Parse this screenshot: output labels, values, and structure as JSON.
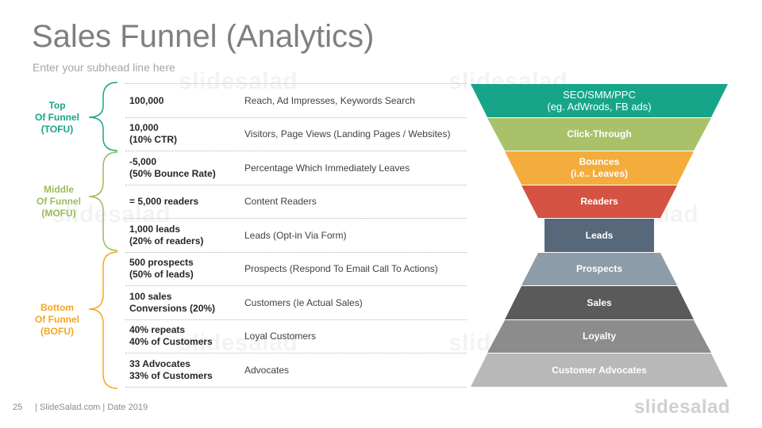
{
  "title": "Sales Funnel (Analytics)",
  "subtitle": "Enter your subhead line here",
  "watermark": "slidesalad",
  "stages": [
    {
      "label": "Top\nOf Funnel\n(TOFU)",
      "color": "#17a589"
    },
    {
      "label": "Middle\nOf Funnel\n(MOFU)",
      "color": "#9bbb59"
    },
    {
      "label": "Bottom\nOf Funnel\n(BOFU)",
      "color": "#f5a623"
    }
  ],
  "rows": [
    {
      "metric": "100,000",
      "desc": "Reach, Ad Impresses, Keywords Search",
      "funnel": "SEO/SMM/PPC\n(eg. AdWrods, FB ads)",
      "color": "#17a589"
    },
    {
      "metric": "10,000\n(10% CTR)",
      "desc": "Visitors, Page Views (Landing Pages / Websites)",
      "funnel": "Click-Through",
      "color": "#a9c26a"
    },
    {
      "metric": "-5,000\n(50% Bounce Rate)",
      "desc": "Percentage Which Immediately Leaves",
      "funnel": "Bounces\n(i.e.. Leaves)",
      "color": "#f4ac3c"
    },
    {
      "metric": "= 5,000 readers",
      "desc": "Content Readers",
      "funnel": "Readers",
      "color": "#d45342"
    },
    {
      "metric": "1,000 leads\n(20% of readers)",
      "desc": "Leads (Opt-in Via Form)",
      "funnel": "Leads",
      "color": "#566879"
    },
    {
      "metric": "500 prospects\n(50% of leads)",
      "desc": "Prospects (Respond To Email Call To Actions)",
      "funnel": "Prospects",
      "color": "#8d9ca9"
    },
    {
      "metric": "100 sales\nConversions (20%)",
      "desc": "Customers (Ie Actual Sales)",
      "funnel": "Sales",
      "color": "#5a5a5a"
    },
    {
      "metric": "40% repeats\n40% of Customers",
      "desc": "Loyal Customers",
      "funnel": "Loyalty",
      "color": "#8c8c8c"
    },
    {
      "metric": "33 Advocates\n33% of Customers",
      "desc": "Advocates",
      "funnel": "Customer Advocates",
      "color": "#b8b8b8"
    }
  ],
  "footer": {
    "page_number": "25",
    "text": "| SlideSalad.com | Date 2019"
  },
  "logo": "slidesalad"
}
